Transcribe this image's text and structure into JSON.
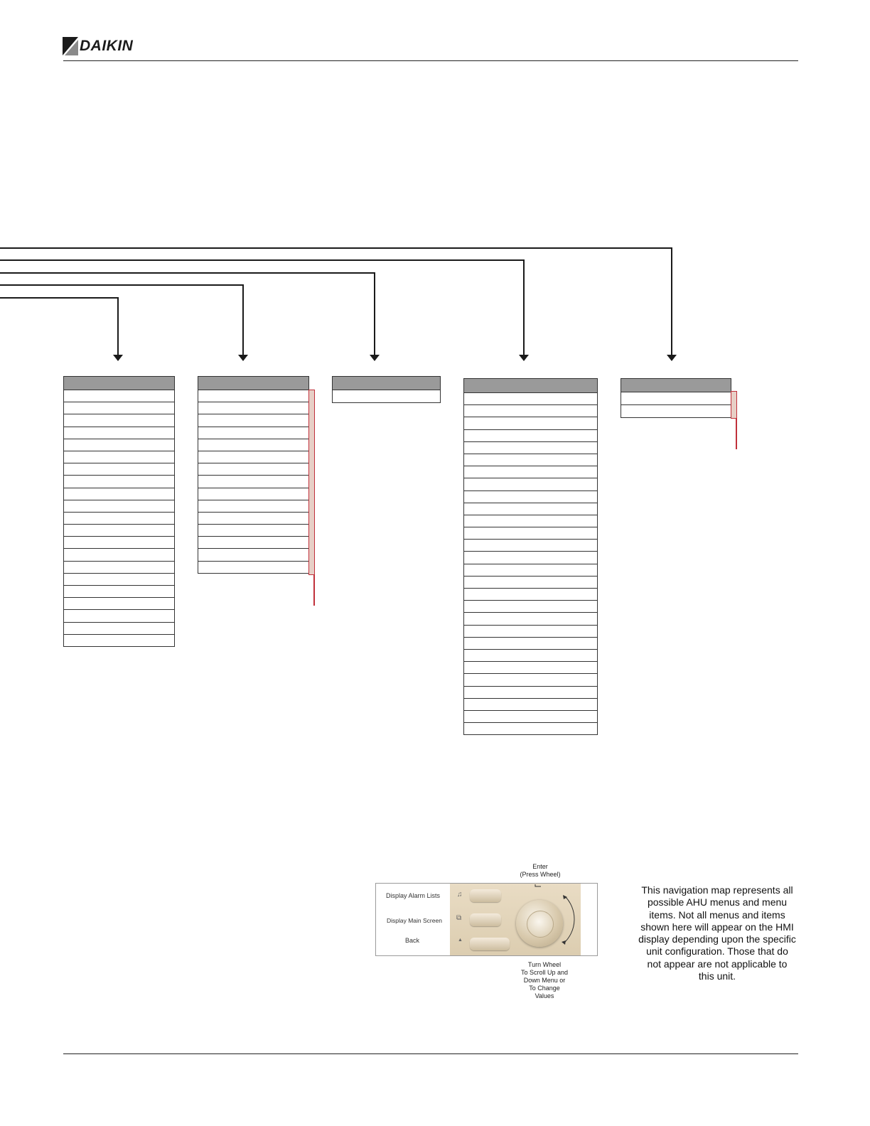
{
  "brand": {
    "name": "DAIKIN"
  },
  "menus": [
    {
      "id": "menu-1",
      "rows": 21
    },
    {
      "id": "menu-2",
      "rows": 15
    },
    {
      "id": "menu-3",
      "rows": 1
    },
    {
      "id": "menu-4",
      "rows": 28
    },
    {
      "id": "menu-5",
      "rows": 2
    }
  ],
  "hmi": {
    "enter_label": "Enter",
    "enter_sub": "(Press Wheel)",
    "alarm_label": "Display Alarm Lists",
    "main_label": "Display Main Screen",
    "back_label": "Back",
    "wheel_caption_1": "Turn Wheel",
    "wheel_caption_2": "To Scroll Up and",
    "wheel_caption_3": "Down Menu or",
    "wheel_caption_4": "To Change",
    "wheel_caption_5": "Values"
  },
  "note": {
    "text": "This navigation map represents all possible AHU menus and menu items.  Not all menus and items shown here will appear on the HMI display depending upon the specific unit configuration.  Those that do not appear are not applicable to this unit."
  },
  "colors": {
    "header_fill": "#9a9a9a",
    "bracket_red": "#c0303a",
    "bracket_fill": "#e7cfc6",
    "line": "#1a1a1a"
  }
}
